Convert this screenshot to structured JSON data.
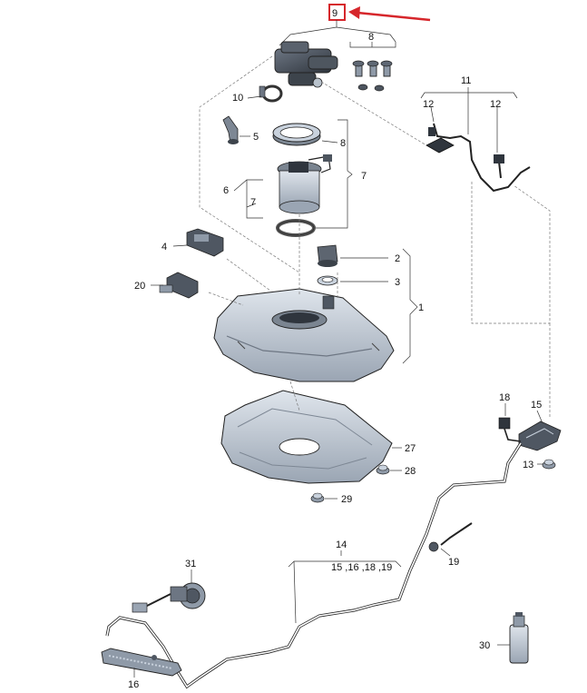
{
  "callouts": {
    "c1": "1",
    "c2": "2",
    "c3": "3",
    "c4": "4",
    "c5": "5",
    "c6": "6",
    "c7a": "7",
    "c7b": "7",
    "c8a": "8",
    "c8b": "8",
    "c9": "9",
    "c10": "10",
    "c11": "11",
    "c12a": "12",
    "c12b": "12",
    "c13": "13",
    "c14": "14",
    "c15": "15",
    "c16": "16",
    "c18": "18",
    "c19": "19",
    "c20": "20",
    "c27": "27",
    "c28": "28",
    "c29": "29",
    "c30": "30",
    "c31": "31",
    "group_14": "15 ,16 ,18 ,19"
  },
  "colors": {
    "part_fill": "#c9d2dd",
    "part_dark": "#8f9aa8",
    "highlight": "#d6262b",
    "line": "#333333"
  }
}
